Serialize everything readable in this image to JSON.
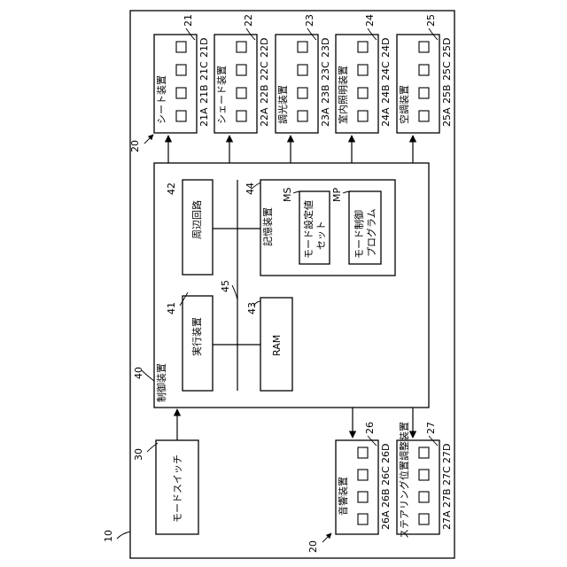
{
  "outer_ref": "10",
  "group_ref_top": "20",
  "group_ref_bottom": "20",
  "controller": {
    "ref": "40",
    "label": "制御装置",
    "peripheral": {
      "ref": "42",
      "label": "周辺回路"
    },
    "executor": {
      "ref": "41",
      "label": "実行装置"
    },
    "bus_ref": "45",
    "ram": {
      "ref": "43",
      "label": "RAM"
    },
    "storage": {
      "ref": "44",
      "label": "記憶装置",
      "ms": {
        "ref": "MS",
        "line1": "モード設定値",
        "line2": "セット"
      },
      "mp": {
        "ref": "MP",
        "line1": "モード制御",
        "line2": "プログラム"
      }
    }
  },
  "mode_switch": {
    "ref": "30",
    "label": "モードスイッチ"
  },
  "top_devices": [
    {
      "ref": "21",
      "label": "シート装置",
      "ports": [
        "21A",
        "21B",
        "21C",
        "21D"
      ]
    },
    {
      "ref": "22",
      "label": "シェード装置",
      "ports": [
        "22A",
        "22B",
        "22C",
        "22D"
      ]
    },
    {
      "ref": "23",
      "label": "調光装置",
      "ports": [
        "23A",
        "23B",
        "23C",
        "23D"
      ]
    },
    {
      "ref": "24",
      "label": "室内照明装置",
      "ports": [
        "24A",
        "24B",
        "24C",
        "24D"
      ]
    },
    {
      "ref": "25",
      "label": "空調装置",
      "ports": [
        "25A",
        "25B",
        "25C",
        "25D"
      ]
    }
  ],
  "bottom_devices": [
    {
      "ref": "26",
      "label": "音響装置",
      "ports": [
        "26A",
        "26B",
        "26C",
        "26D"
      ]
    },
    {
      "ref": "27",
      "label": "ステアリング位置調整装置",
      "ports": [
        "27A",
        "27B",
        "27C",
        "27D"
      ]
    }
  ]
}
